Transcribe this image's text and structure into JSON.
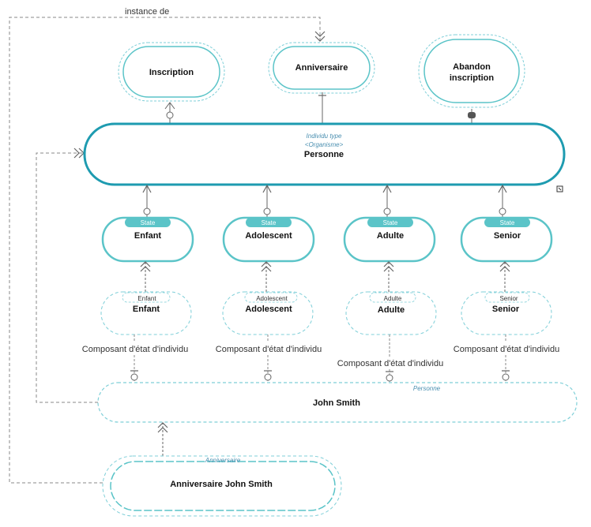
{
  "colors": {
    "teal": "#5bc4c8",
    "teal_dark": "#1e9bb0",
    "dashed_teal": "#7fcfd8",
    "line": "#666666",
    "badge": "#5bc4c8"
  },
  "labels": {
    "instance_de": "instance de"
  },
  "events": {
    "inscription": "Inscription",
    "anniversaire": "Anniversaire",
    "abandon_line1": "Abandon",
    "abandon_line2": "inscription"
  },
  "personne": {
    "stereotype1": "Individu type",
    "stereotype2": "<Organisme>",
    "name": "Personne"
  },
  "states": {
    "badge": "State",
    "enfant": "Enfant",
    "adolescent": "Adolescent",
    "adulte": "Adulte",
    "senior": "Senior"
  },
  "components": {
    "enfant_tag": "Enfant",
    "enfant_name": "Enfant",
    "adolescent_tag": "Adolescent",
    "adolescent_name": "Adolescent",
    "adulte_tag": "Adulte",
    "adulte_name": "Adulte",
    "senior_tag": "Senior",
    "senior_name": "Senior",
    "composant_label": "Composant d'état d'individu"
  },
  "john": {
    "tag": "Personne",
    "name": "John Smith"
  },
  "anniv_js": {
    "tag": "Anniversaire",
    "name": "Anniversaire John Smith"
  }
}
